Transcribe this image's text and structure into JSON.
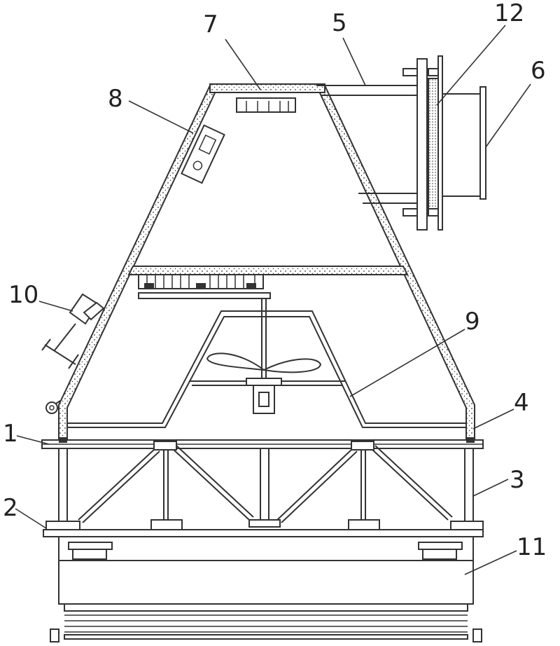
{
  "labels": {
    "l1": "1",
    "l2": "2",
    "l3": "3",
    "l4": "4",
    "l5": "5",
    "l6": "6",
    "l7": "7",
    "l8": "8",
    "l9": "9",
    "l10": "10",
    "l11": "11",
    "l12": "12"
  },
  "colors": {
    "line": "#333333",
    "background": "#ffffff"
  }
}
